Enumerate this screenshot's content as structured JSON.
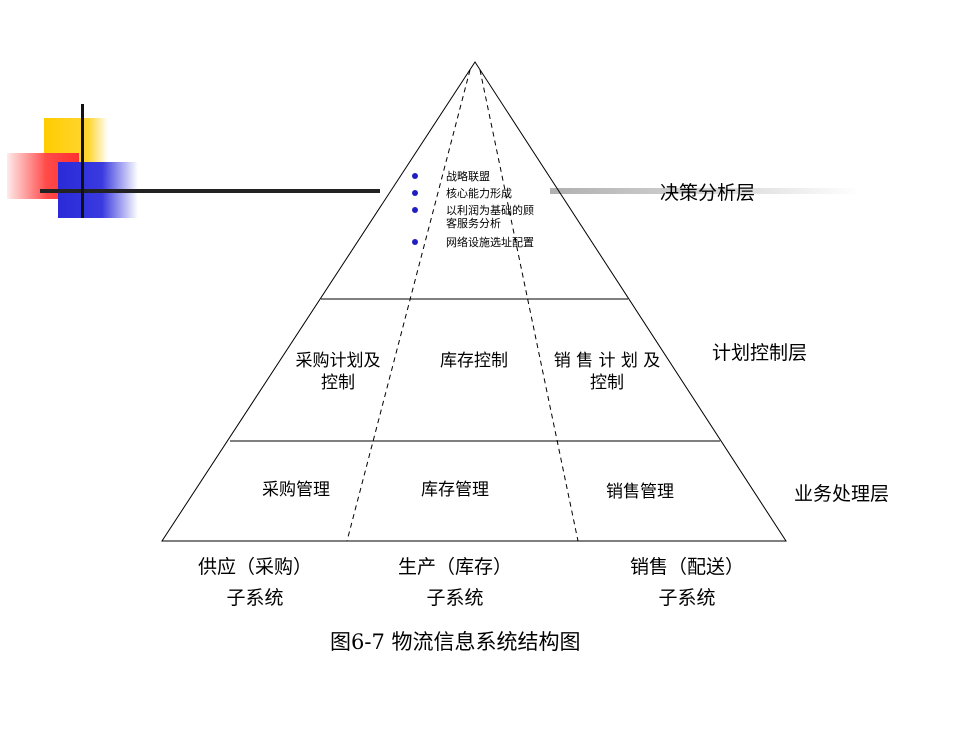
{
  "diagram": {
    "decision_items": [
      "战略联盟",
      "核心能力形成",
      "以利润为基础的顾客服务分析",
      "网络设施选址配置"
    ],
    "decision_item_lines": [
      [
        "战略联盟"
      ],
      [
        "核心能力形成"
      ],
      [
        "以利润为基础的顾",
        "客服务分析"
      ],
      [
        "网络设施选址配置"
      ]
    ],
    "planning_cells": [
      {
        "line1": "采购计划及",
        "line2": "控制"
      },
      {
        "line1": "库存控制",
        "line2": ""
      },
      {
        "line1": "销 售 计 划 及",
        "line2": "控制"
      }
    ],
    "operation_cells": [
      "采购管理",
      "库存管理",
      "销售管理"
    ],
    "layers": {
      "decision": "决策分析层",
      "planning": "计划控制层",
      "operation": "业务处理层"
    },
    "subsystems": [
      {
        "line1": "供应（采购）",
        "line2": "子系统"
      },
      {
        "line1": "生产（库存）",
        "line2": "子系统"
      },
      {
        "line1": "销售（配送）",
        "line2": "子系统"
      }
    ],
    "caption": "图6-7 物流信息系统结构图",
    "colors": {
      "bullet": "#2020c0",
      "line": "#000000"
    }
  }
}
